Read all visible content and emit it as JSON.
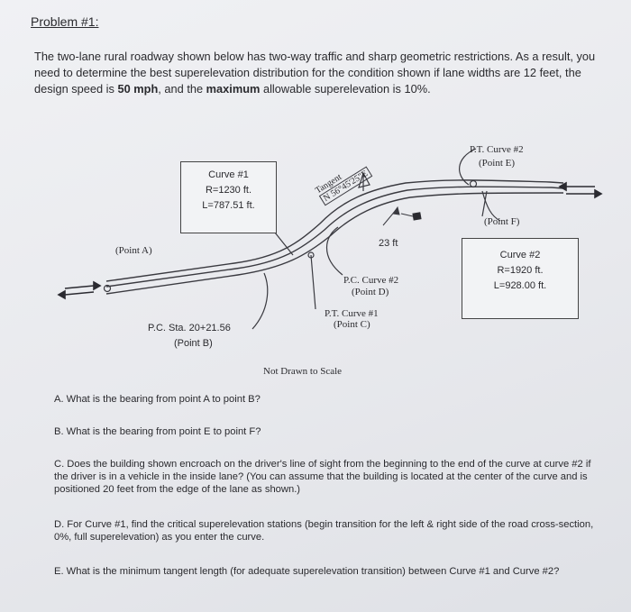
{
  "problem": {
    "title": "Problem #1:",
    "intro_before_speed": "The two-lane rural roadway shown below has two-way traffic and sharp geometric restrictions. As a result, you need to determine the best superelevation distribution for the condition shown if lane widths are 12 feet, the design speed is ",
    "speed": "50 mph",
    "intro_between": ", and the ",
    "max_word": "maximum",
    "intro_after": " allowable superelevation is 10%."
  },
  "figure": {
    "curve1": {
      "name": "Curve #1",
      "radius": "R=1230 ft.",
      "length": "L=787.51 ft."
    },
    "curve2": {
      "name": "Curve #2",
      "radius": "R=1920 ft.",
      "length": "L=928.00 ft."
    },
    "tangent_label": "Tangent",
    "tangent_bearing": "N 56°45'25\"E",
    "point_a": "(Point A)",
    "pc_sta": "P.C. Sta. 20+21.56",
    "point_b": "(Point B)",
    "pc_curve2": "P.C. Curve #2",
    "point_d": "(Point D)",
    "pt_curve1": "P.T. Curve #1",
    "point_c": "(Point C)",
    "pt_curve2": "P.T. Curve #2",
    "point_e": "(Point E)",
    "point_f": "(Point F)",
    "dist_23": "23 ft",
    "scale_note": "Not Drawn to Scale"
  },
  "questions": [
    {
      "text": "A. What is the bearing from point A to point B?"
    },
    {
      "text": "B. What is the bearing from point E to point F?"
    },
    {
      "text": "C. Does the building shown encroach on the driver's line of sight from the beginning to the end of the curve at curve #2 if the driver is in a vehicle in the inside lane? (You can assume that the building is located at the center of the curve and is positioned 20 feet from the edge of the lane as shown.)"
    },
    {
      "text": "D. For Curve #1, find the critical superelevation stations (begin transition for the left & right side of the road cross-section, 0%, full superelevation) as you enter the curve."
    },
    {
      "text": "E. What is the minimum tangent length (for adequate superelevation transition) between Curve #1 and Curve #2?"
    }
  ]
}
